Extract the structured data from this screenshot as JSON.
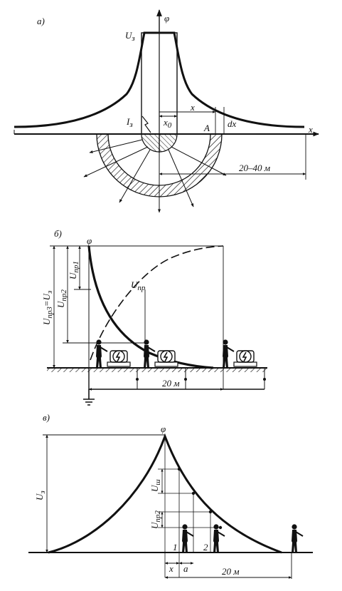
{
  "panel_a": {
    "label": "а)",
    "phi": "φ",
    "U": "U",
    "U_sub": "з",
    "I": "I",
    "I_sub": "з",
    "x0": "x",
    "x0_sub": "0",
    "x": "x",
    "dx": "dx",
    "A": "A",
    "x_axis": "x",
    "dist": "20–40 м"
  },
  "panel_b": {
    "label": "б)",
    "phi": "φ",
    "U_pr": "U",
    "U_pr_sub": "пр",
    "U_pr1": "U",
    "U_pr1_sub": "пр1",
    "U_pr2": "U",
    "U_pr2_sub": "пр2",
    "U_pr3_eq": "U",
    "U_pr3_sub": "пр3",
    "U_pr3_rhs": "=U",
    "U_pr3_rhs_sub": "з",
    "dist": "20 м"
  },
  "panel_c": {
    "label": "в)",
    "phi": "φ",
    "U": "U",
    "U_sub": "з",
    "U_sh": "U",
    "U_sh_sub": "ш",
    "U_pr2": "U",
    "U_pr2_sub": "пр2",
    "n1": "1",
    "n2": "2",
    "x": "x",
    "a": "a",
    "dist": "20 м"
  }
}
